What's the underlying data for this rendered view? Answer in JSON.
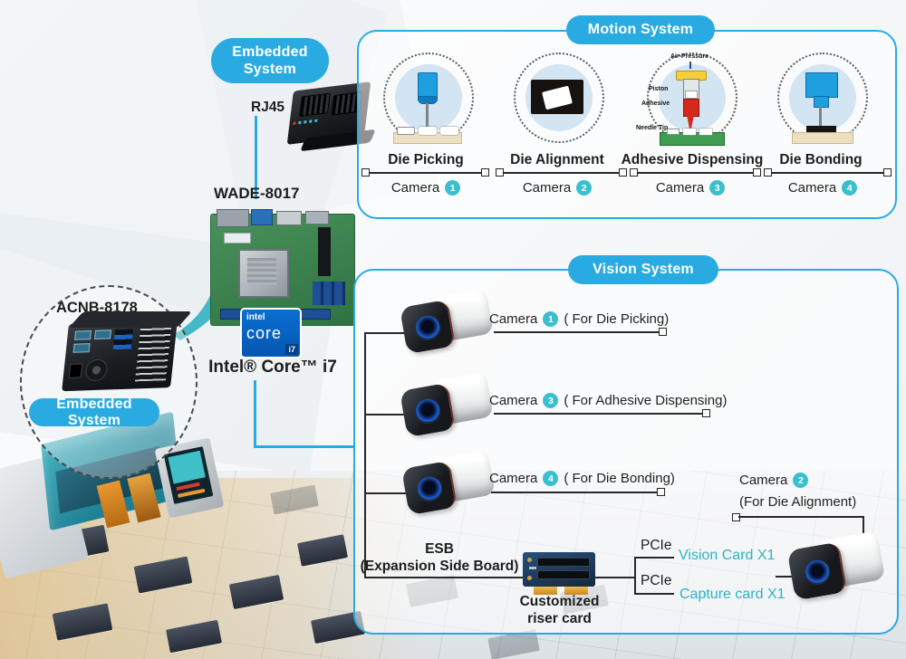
{
  "colors": {
    "accent_blue": "#29abe2",
    "badge_teal": "#3bbfce",
    "teal_text": "#2bb4c4",
    "line_dark": "#282828"
  },
  "left_panel": {
    "embedded_pill_top_line1": "Embedded",
    "embedded_pill_top_line2": "System",
    "rj45_label": "RJ45",
    "board_label": "WADE-8017",
    "cpu_badge_intel": "intel",
    "cpu_badge_core": "core",
    "cpu_badge_i7": "i7",
    "cpu_label": "Intel® Core™ i7",
    "controller_label": "ACNB-8178",
    "embedded_pill_bottom": "Embedded System"
  },
  "motion_system": {
    "title": "Motion System",
    "stations": [
      {
        "name": "Die Picking",
        "camera_label": "Camera",
        "camera_num": "1"
      },
      {
        "name": "Die Alignment",
        "camera_label": "Camera",
        "camera_num": "2"
      },
      {
        "name": "Adhesive Dispensing",
        "camera_label": "Camera",
        "camera_num": "3"
      },
      {
        "name": "Die Bonding",
        "camera_label": "Camera",
        "camera_num": "4"
      }
    ],
    "dispenser_labels": {
      "air": "Air-Pressure",
      "piston": "Piston",
      "adhesive": "Adhesive",
      "needle": "Needle Tip"
    }
  },
  "vision_system": {
    "title": "Vision System",
    "camera_rows": [
      {
        "label": "Camera",
        "num": "1",
        "desc": "( For Die Picking)"
      },
      {
        "label": "Camera",
        "num": "3",
        "desc": "( For Adhesive Dispensing)"
      },
      {
        "label": "Camera",
        "num": "4",
        "desc": "( For Die Bonding)"
      }
    ],
    "camera2": {
      "label": "Camera",
      "num": "2",
      "desc": "(For Die Alignment)"
    },
    "esb_label_line1": "ESB",
    "esb_label_line2": "(Expansion Side Board)",
    "riser_label_line1": "Customized",
    "riser_label_line2": "riser card",
    "pcie_top": "PCIe",
    "pcie_bottom": "PCIe",
    "vision_card": "Vision Card X1",
    "capture_card": "Capture card X1"
  }
}
